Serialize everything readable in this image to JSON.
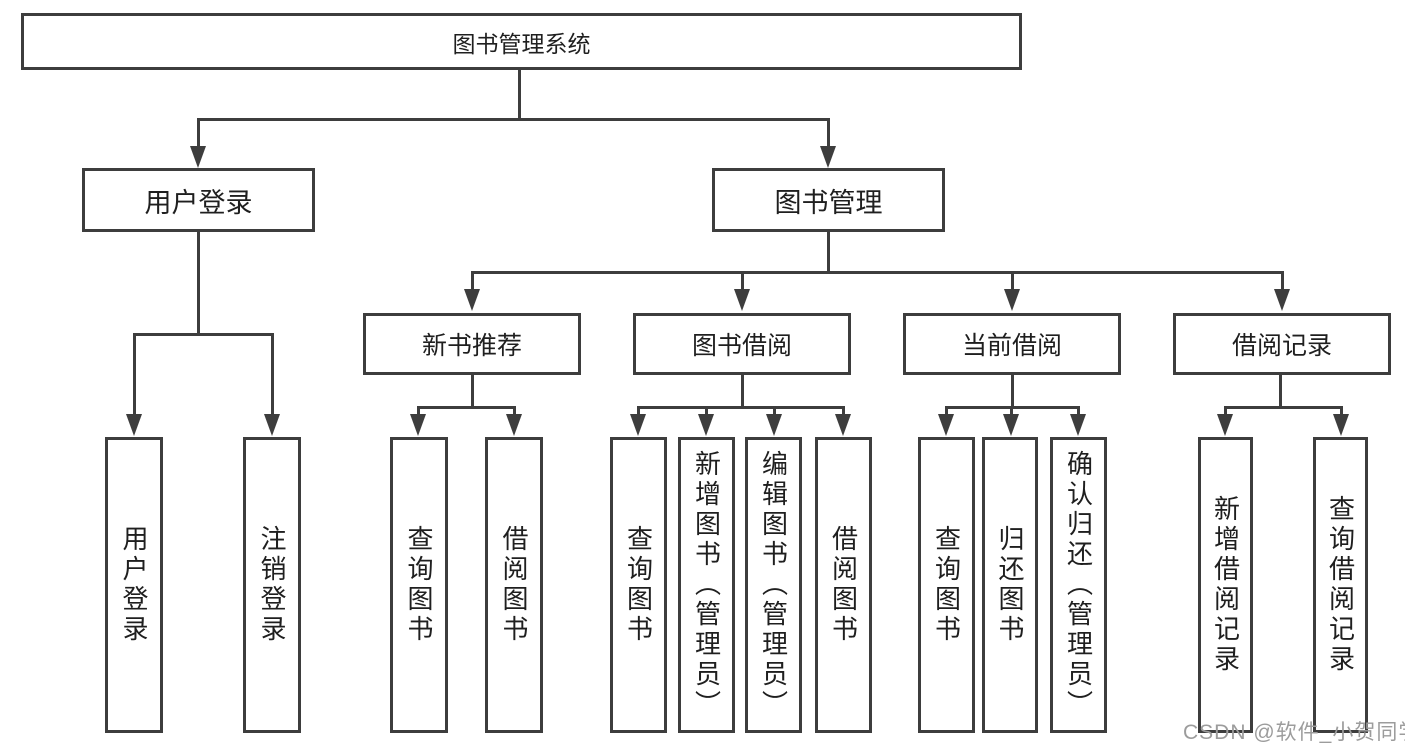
{
  "tree": {
    "label": "图书管理系统",
    "children": [
      {
        "label": "用户登录",
        "children": [
          {
            "label": "用户登录"
          },
          {
            "label": "注销登录"
          }
        ]
      },
      {
        "label": "图书管理",
        "children": [
          {
            "label": "新书推荐",
            "children": [
              {
                "label": "查询图书"
              },
              {
                "label": "借阅图书"
              }
            ]
          },
          {
            "label": "图书借阅",
            "children": [
              {
                "label": "查询图书"
              },
              {
                "label": "新增图书（管理员）"
              },
              {
                "label": "编辑图书（管理员）"
              },
              {
                "label": "借阅图书"
              }
            ]
          },
          {
            "label": "当前借阅",
            "children": [
              {
                "label": "查询图书"
              },
              {
                "label": "归还图书"
              },
              {
                "label": "确认归还（管理员）"
              }
            ]
          },
          {
            "label": "借阅记录",
            "children": [
              {
                "label": "新增借阅记录"
              },
              {
                "label": "查询借阅记录"
              }
            ]
          }
        ]
      }
    ]
  },
  "watermark": {
    "text": "CSDN @软件_小贺同学"
  },
  "colors": {
    "line": "#3d3d3d",
    "text": "#1f1f1f",
    "watermark": "#9c9c9c",
    "background": "#ffffff"
  }
}
